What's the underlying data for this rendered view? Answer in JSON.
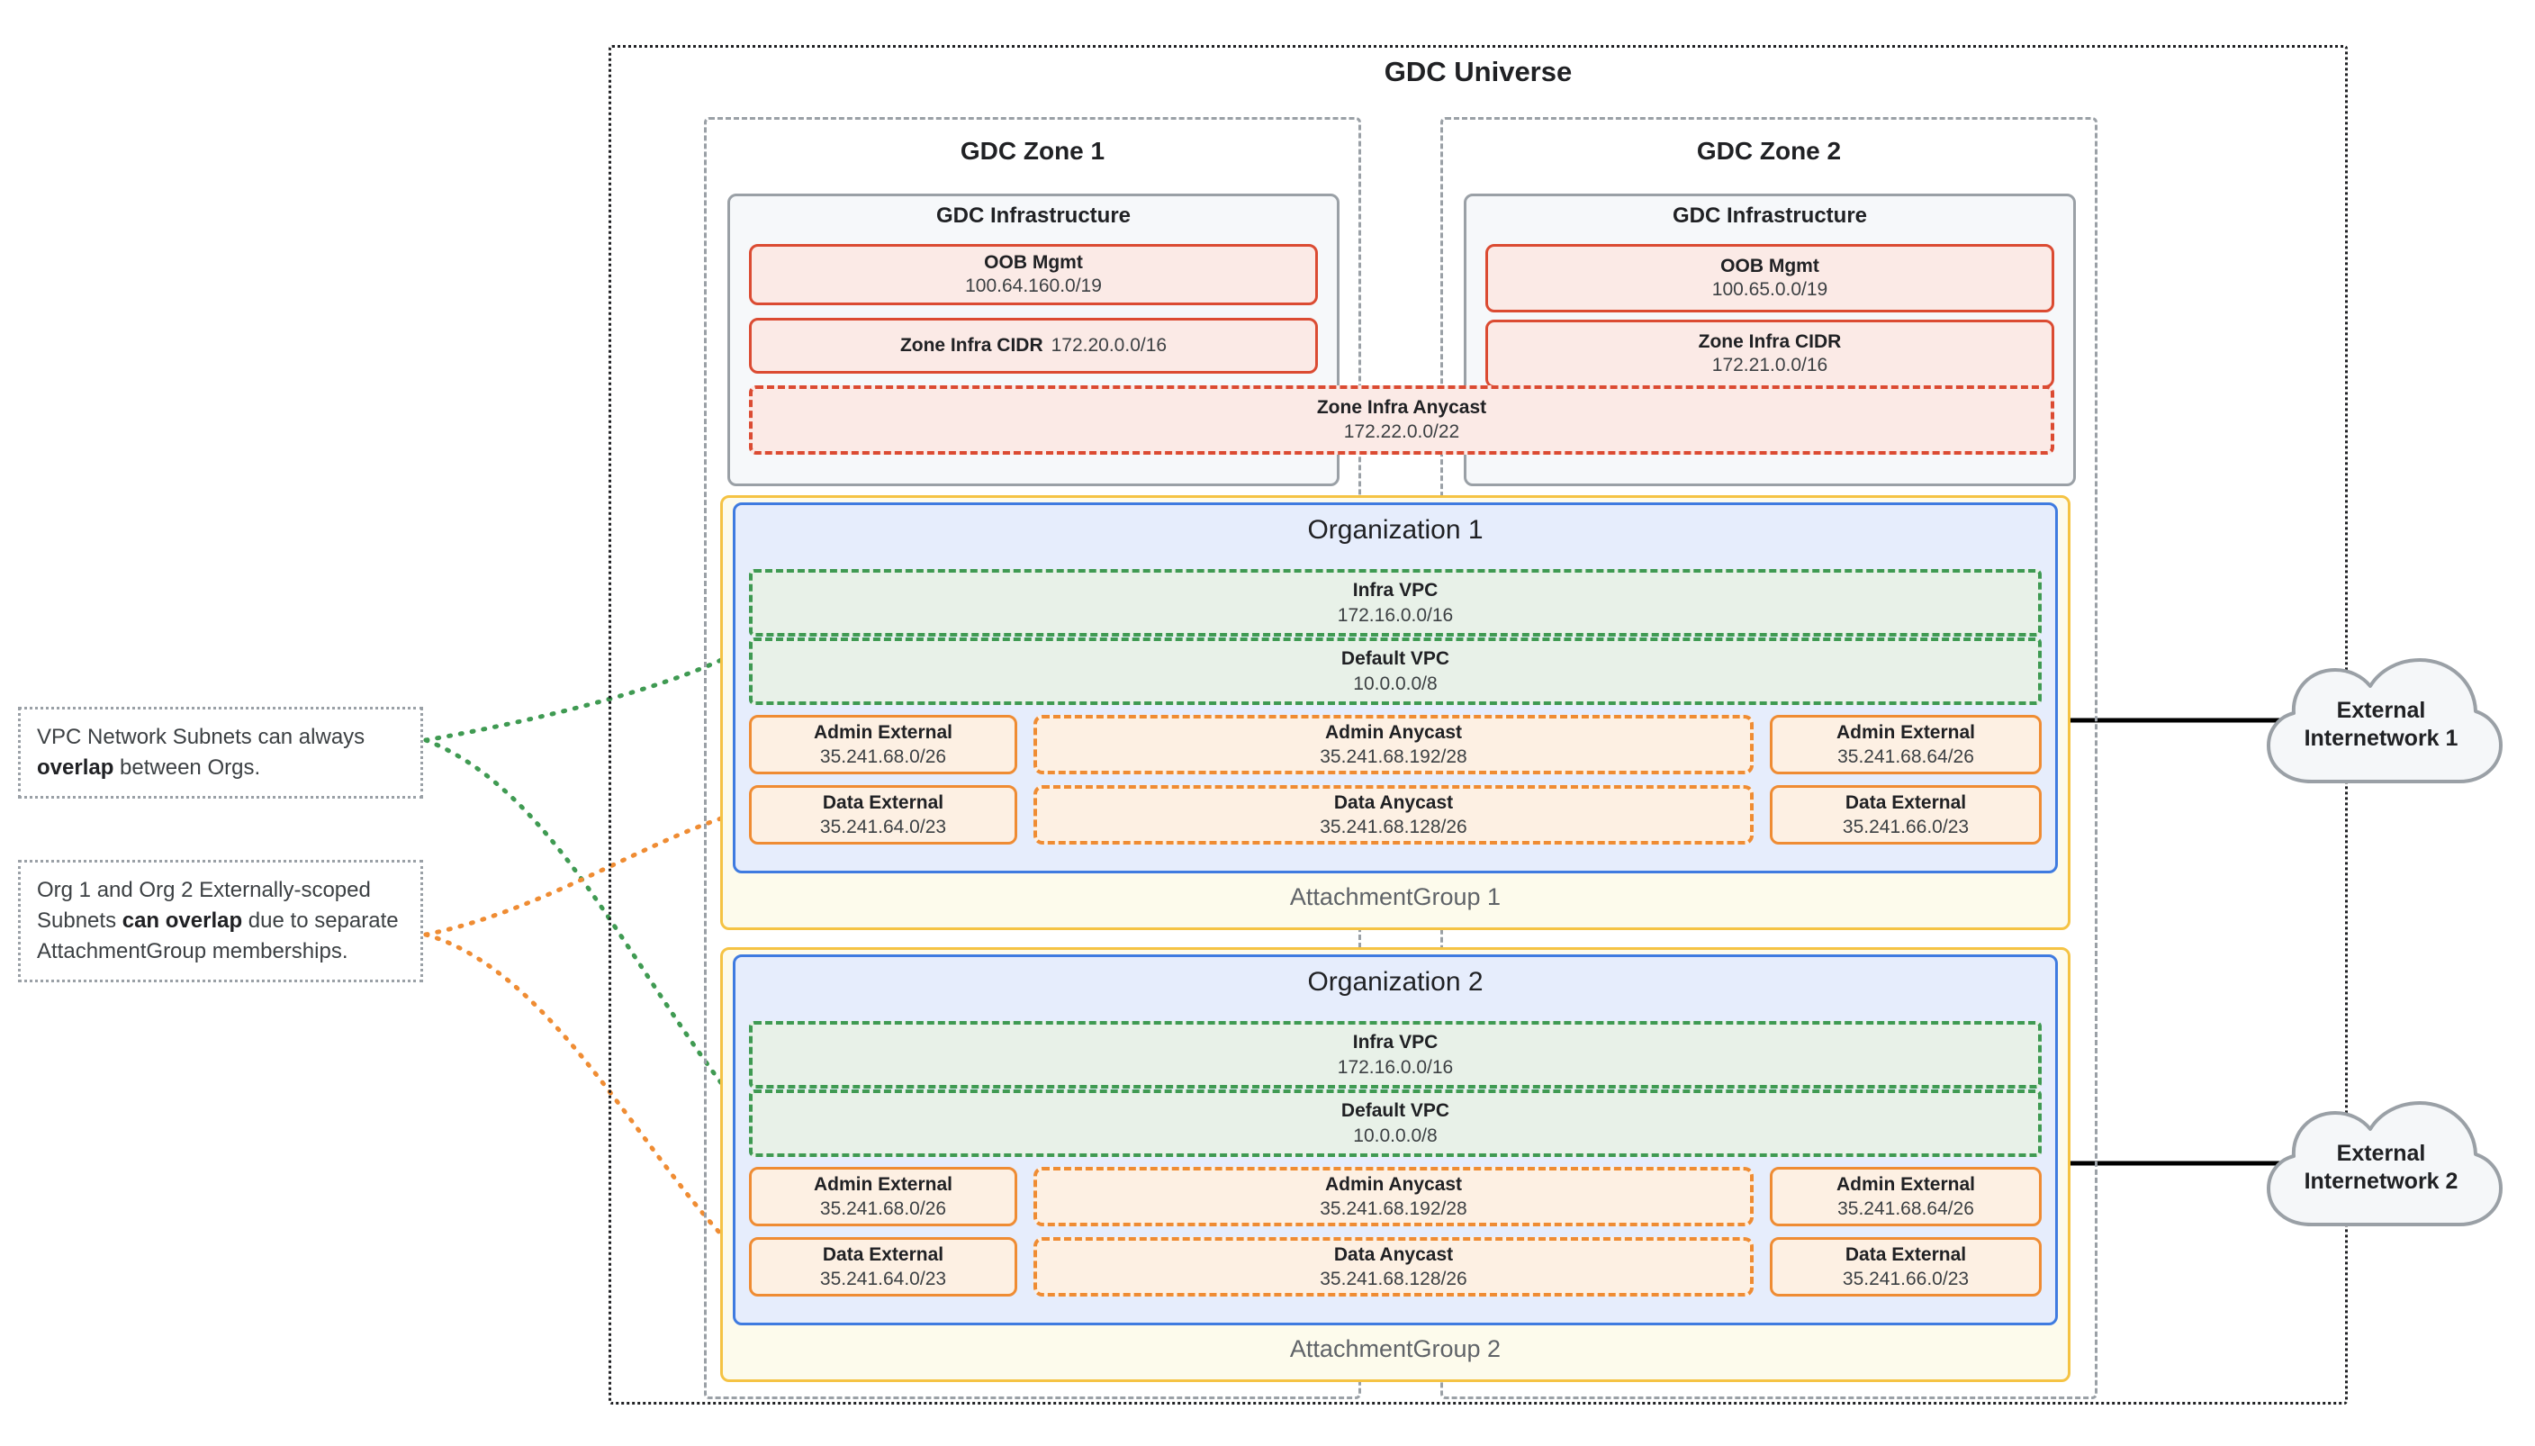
{
  "universe": {
    "title": "GDC Universe"
  },
  "zones": [
    {
      "title": "GDC Zone 1",
      "infra_title": "GDC Infrastructure",
      "oob": {
        "label": "OOB Mgmt",
        "cidr": "100.64.160.0/19"
      },
      "zone_infra": {
        "label": "Zone Infra CIDR",
        "cidr": "172.20.0.0/16"
      }
    },
    {
      "title": "GDC Zone 2",
      "infra_title": "GDC Infrastructure",
      "oob": {
        "label": "OOB Mgmt",
        "cidr": "100.65.0.0/19"
      },
      "zone_infra": {
        "label": "Zone Infra CIDR",
        "cidr": "172.21.0.0/16"
      }
    }
  ],
  "zone_infra_anycast": {
    "label": "Zone Infra Anycast",
    "cidr": "172.22.0.0/22"
  },
  "attachment_groups": [
    {
      "label": "AttachmentGroup 1"
    },
    {
      "label": "AttachmentGroup 2"
    }
  ],
  "organizations": [
    {
      "title": "Organization 1",
      "vpcs": [
        {
          "label": "Infra VPC",
          "cidr": "172.16.0.0/16"
        },
        {
          "label": "Default VPC",
          "cidr": "10.0.0.0/8"
        }
      ],
      "subnets": {
        "admin_external_left": {
          "label": "Admin External",
          "cidr": "35.241.68.0/26"
        },
        "admin_anycast": {
          "label": "Admin Anycast",
          "cidr": "35.241.68.192/28"
        },
        "admin_external_right": {
          "label": "Admin External",
          "cidr": "35.241.68.64/26"
        },
        "data_external_left": {
          "label": "Data External",
          "cidr": "35.241.64.0/23"
        },
        "data_anycast": {
          "label": "Data Anycast",
          "cidr": "35.241.68.128/26"
        },
        "data_external_right": {
          "label": "Data External",
          "cidr": "35.241.66.0/23"
        }
      }
    },
    {
      "title": "Organization 2",
      "vpcs": [
        {
          "label": "Infra VPC",
          "cidr": "172.16.0.0/16"
        },
        {
          "label": "Default VPC",
          "cidr": "10.0.0.0/8"
        }
      ],
      "subnets": {
        "admin_external_left": {
          "label": "Admin External",
          "cidr": "35.241.68.0/26"
        },
        "admin_anycast": {
          "label": "Admin Anycast",
          "cidr": "35.241.68.192/28"
        },
        "admin_external_right": {
          "label": "Admin External",
          "cidr": "35.241.68.64/26"
        },
        "data_external_left": {
          "label": "Data External",
          "cidr": "35.241.64.0/23"
        },
        "data_anycast": {
          "label": "Data Anycast",
          "cidr": "35.241.68.128/26"
        },
        "data_external_right": {
          "label": "Data External",
          "cidr": "35.241.66.0/23"
        }
      }
    }
  ],
  "callouts": [
    {
      "text_before": "VPC Network Subnets can always ",
      "emphasis": "overlap",
      "text_after": " between Orgs."
    },
    {
      "text_before": "Org 1 and Org 2 Externally-scoped Subnets ",
      "emphasis": "can overlap",
      "text_after": " due to separate AttachmentGroup memberships."
    }
  ],
  "external_networks": [
    {
      "line1": "External",
      "line2": "Internetwork 1"
    },
    {
      "line1": "External",
      "line2": "Internetwork 2"
    }
  ],
  "colors": {
    "universe_border": "#202124",
    "zone_border": "#9aa0a6",
    "infra_border": "#9aa0a6",
    "infra_fill": "#f6f8fa",
    "red_border": "#db4b32",
    "red_fill": "#fbeae6",
    "org_border": "#3f7be0",
    "org_fill": "#e6edfc",
    "attachment_border": "#f5c344",
    "attachment_fill": "#fdfbec",
    "vpc_border": "#3f9a52",
    "vpc_fill": "#e8f1e8",
    "subnet_border": "#ef8c33",
    "subnet_fill": "#fdf0e3",
    "callout_leader_green": "#3f9a52",
    "callout_leader_orange": "#ef8c33"
  }
}
